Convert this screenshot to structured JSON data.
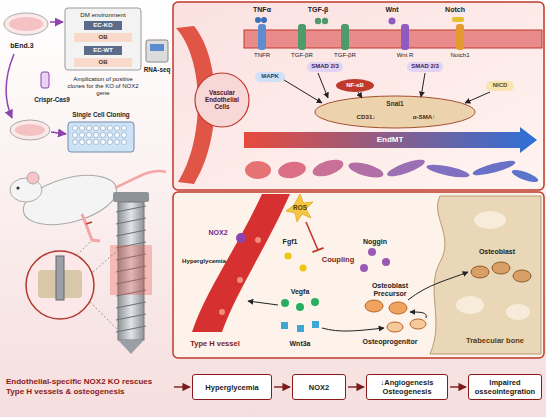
{
  "diagram": {
    "nodes": [
      {
        "text": [
          "Endothelial-specific NOX2 KO rescues Type H vessels & osteogenesis"
        ]
      },
      {
        "text": [
          "Hyperglycemia"
        ]
      },
      {
        "text": [
          "NOX2"
        ]
      },
      {
        "text": [
          "↓Angiogenesis Osteogenesis"
        ]
      },
      {
        "text": [
          "Impaired osseointegration"
        ]
      }
    ],
    "edges": [
      {
        "from": 0,
        "to": 1,
        "arrow": "to"
      },
      {
        "from": 1,
        "to": 2,
        "arrow": "to"
      },
      {
        "from": 2,
        "to": 3,
        "arrow": "to"
      },
      {
        "from": 3,
        "to": 4,
        "arrow": "to"
      }
    ],
    "labels": [
      "bEnd.3",
      "DM environment",
      "EC-KO",
      "OB",
      "EC-WT",
      "OB",
      "Amplication of positive clones for the KO of NOX2 gene",
      "RNA-seq",
      "Crispr-Cas9",
      "Single Cell Cloning",
      "TNFα",
      "TGF-β",
      "Wnt",
      "Notch",
      "TNFR",
      "TGF-βR",
      "TGF-βR",
      "Wnt R",
      "Notch1",
      "SMAD 2/3",
      "SMAD 2/3",
      "MAPK",
      "NF-κB",
      "NICD",
      "Snai1",
      "CD31↓",
      "α-SMA↑",
      "Vascular Endothelial Cells",
      "EndMT",
      "ROS",
      "NOX2",
      "Hyperglycemia",
      "Fgf1",
      "Coupling",
      "Noggin",
      "Vegfa",
      "Osteoblast Precursor",
      "Osteoblast",
      "Wnt3a",
      "Osteoprogenitor",
      "Type H vessel",
      "Trabecular bone"
    ]
  }
}
